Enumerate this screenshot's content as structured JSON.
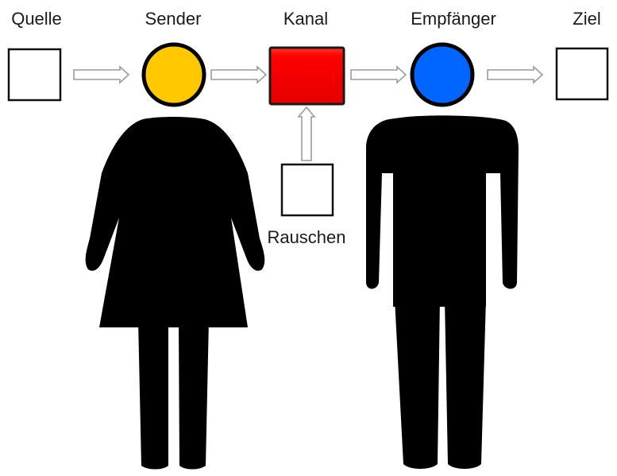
{
  "diagram": {
    "labels": {
      "source": "Quelle",
      "sender": "Sender",
      "channel": "Kanal",
      "receiver": "Empfänger",
      "destination": "Ziel",
      "noise": "Rauschen"
    },
    "colors": {
      "background": "#ffffff",
      "sender_head": "#FFC800",
      "channel_box": "#FF0000",
      "receiver_head": "#0066FF",
      "figures": "#000000",
      "box_outline": "#111111",
      "arrow_fill": "#ffffff",
      "arrow_outline": "#9a9a9a"
    },
    "icons": {
      "sender_figure": "woman-figure-icon",
      "receiver_figure": "man-figure-icon"
    }
  }
}
